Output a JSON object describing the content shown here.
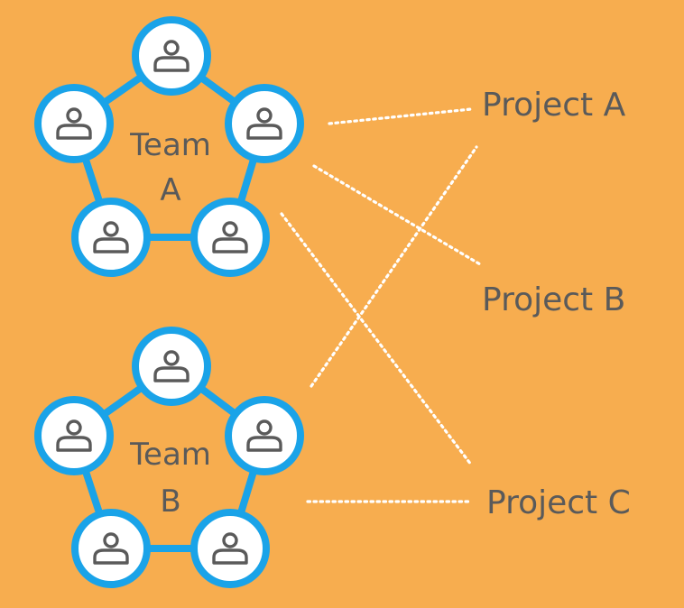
{
  "colors": {
    "background": "#F7AD4F",
    "node_ring": "#1AA3E8",
    "node_fill": "#FFFFFF",
    "person_icon": "#5A5A5A",
    "connector": "#FFFFFF",
    "text": "#5A5A5A"
  },
  "teams": [
    {
      "id": "team-a",
      "line1": "Team",
      "line2": "A",
      "members": 5,
      "member_icon": "person-icon"
    },
    {
      "id": "team-b",
      "line1": "Team",
      "line2": "B",
      "members": 5,
      "member_icon": "person-icon"
    }
  ],
  "projects": [
    {
      "id": "project-a",
      "label": "Project A"
    },
    {
      "id": "project-b",
      "label": "Project B"
    },
    {
      "id": "project-c",
      "label": "Project C"
    }
  ],
  "links": [
    {
      "team": "team-a",
      "project": "project-a"
    },
    {
      "team": "team-a",
      "project": "project-b"
    },
    {
      "team": "team-a",
      "project": "project-c"
    },
    {
      "team": "team-b",
      "project": "project-a"
    },
    {
      "team": "team-b",
      "project": "project-c"
    }
  ]
}
